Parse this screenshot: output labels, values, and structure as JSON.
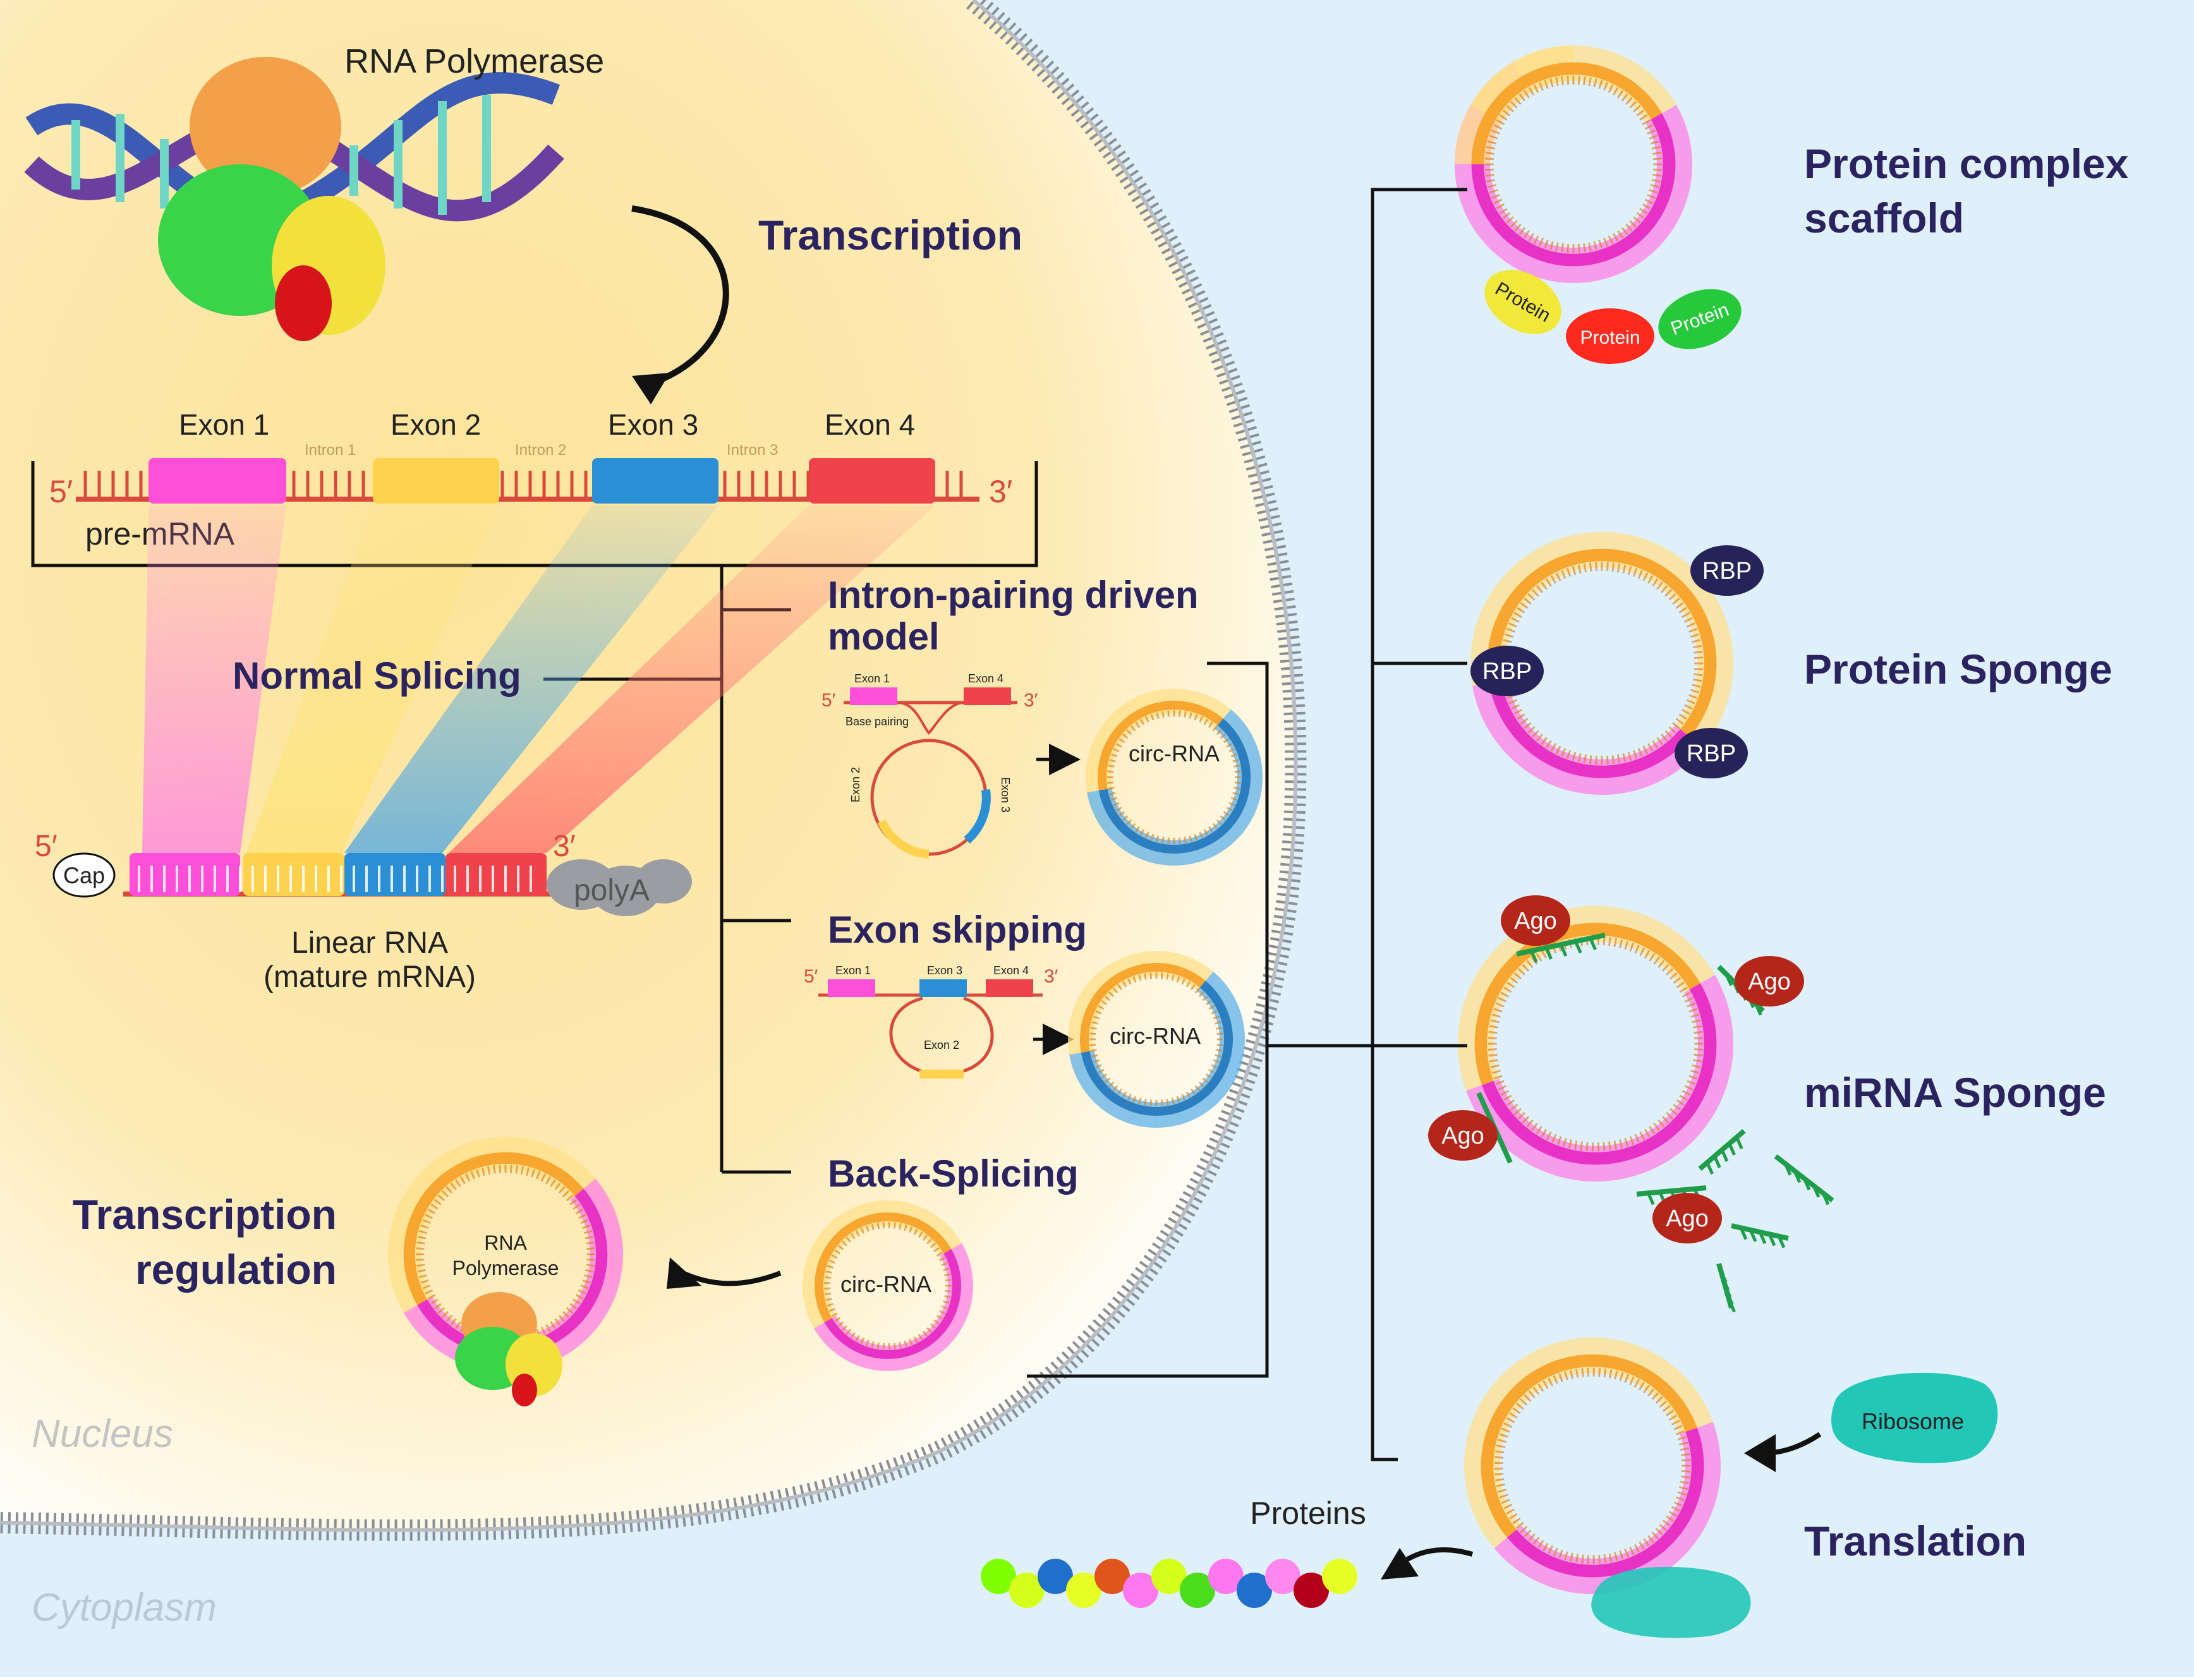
{
  "header": {
    "rna_polymerase": "RNA Polymerase",
    "transcription": "Transcription"
  },
  "pre_mrna": {
    "five": "5′",
    "three": "3′",
    "label": "pre-mRNA",
    "exons": [
      "Exon 1",
      "Exon 2",
      "Exon 3",
      "Exon 4"
    ],
    "introns": [
      "Intron 1",
      "Intron 2",
      "Intron 3"
    ]
  },
  "normal_splicing": "Normal Splicing",
  "linear_rna": {
    "five": "5′",
    "three": "3′",
    "cap": "Cap",
    "polya": "polyA",
    "label_line1": "Linear RNA",
    "label_line2": "(mature mRNA)"
  },
  "models": {
    "intron_pairing_line1": "Intron-pairing driven",
    "intron_pairing_line2": "model",
    "ip_exon1": "Exon 1",
    "ip_exon4": "Exon 4",
    "ip_exon2": "Exon 2",
    "ip_exon3": "Exon 3",
    "ip_base_pairing": "Base pairing",
    "ip_five": "5′",
    "ip_three": "3′",
    "circ_rna": "circ-RNA",
    "exon_skipping": "Exon skipping",
    "es_exon1": "Exon 1",
    "es_exon2": "Exon 2",
    "es_exon3": "Exon 3",
    "es_exon4": "Exon 4",
    "es_five": "5′",
    "es_three": "3′",
    "back_splicing": "Back-Splicing"
  },
  "transcription_regulation": {
    "line1": "Transcription",
    "line2": "regulation",
    "rna_line1": "RNA",
    "rna_line2": "Polymerase"
  },
  "compartments": {
    "nucleus": "Nucleus",
    "cytoplasm": "Cytoplasm"
  },
  "functions": {
    "scaffold_line1": "Protein complex",
    "scaffold_line2": "scaffold",
    "protein": "Protein",
    "protein_sponge": "Protein Sponge",
    "rbp": "RBP",
    "mirna_sponge": "miRNA Sponge",
    "ago": "Ago",
    "translation": "Translation",
    "ribosome": "Ribosome",
    "proteins": "Proteins"
  },
  "colors": {
    "exon1": "#ff4fd8",
    "exon2": "#ffd24d",
    "exon3": "#2b8fd6",
    "exon4": "#f0424a",
    "heading": "#2a2360",
    "cytoplasm_bg": "#dff0fb",
    "nucleus_bg": "#fde9a8",
    "rbp": "#25235a",
    "ago": "#b5261a",
    "ribosome": "#22c7b8",
    "mirna": "#1f9d4a"
  }
}
